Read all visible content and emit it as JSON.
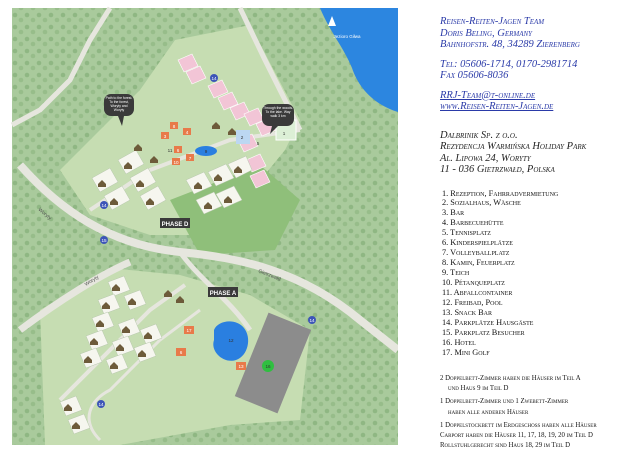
{
  "contact": {
    "company": "Reisen-Reiten-Jagen Team",
    "owner": "Doris Beling, Germany",
    "address": "Bahnhofstr. 48, 34289 Zierenberg",
    "tel": "Tel: 05606-1714, 0170-2981714",
    "fax": "Fax 05606-8036",
    "email": "RRJ-Team@t-online.de",
    "web": "www.Reisen-Reiten-Jagen.de"
  },
  "park": {
    "company": "Dalbrinik Sp. z o.o.",
    "name": "Rezydencja Warmińska Holiday Park",
    "street": "Al. Lipowa 24, Woryty",
    "city": "11 - 036 Gietrzwałd, Polska"
  },
  "legend": [
    "1. Rezeption, Fahrradvermietung",
    "2. Sozialhaus, Wäsche",
    "3. Bar",
    "4. Barbecuehütte",
    "5. Tennisplatz",
    "6. Kinderspielplätze",
    "7. Volleyballplatz",
    "8. Kamin, Feuerplatz",
    "9. Teich",
    "10. Pétanqueplatz",
    "11. Abfallcontainer",
    "12. Freibad, Pool",
    "13. Snack Bar",
    "14. Parkplätze Hausgäste",
    "15. Parkplatz Besucher",
    "16. Hotel",
    "17. Mini Golf"
  ],
  "notes": [
    "2 Doppelbett-Zimmer haben die Häuser im Teil A",
    "und Haus 9 im Teil D",
    "1 Doppelbett-Zimmer und 1 Zwebett-Zimmer",
    "haben alle anderen Häuser",
    "1 Doppelstockbett im Erdgeschoss haben alle Häuser",
    "Carport haben die Häuser 11, 17, 18, 19, 20 im Teil D",
    "Rollstuhlgerecht sind Haus 18, 29 im Teil D"
  ],
  "map": {
    "lake_label": "Jezioro Giłwa",
    "phase_d": "PHASE D",
    "phase_a": "PHASE A",
    "road_woryty": "Woryty",
    "road_gietrzwald": "Gietrzwałd",
    "road_woryty_2": "Woryty",
    "path_left_note": "Path to the forest. To the forest, Woryty and Woryty",
    "path_right_note": "Through the woods. To the lake. Way walk 3 km",
    "poi_labels": [
      "14",
      "8",
      "3",
      "4",
      "6",
      "7",
      "2",
      "5",
      "1",
      "11",
      "10",
      "9",
      "14",
      "15",
      "17",
      "6",
      "13",
      "12",
      "16",
      "14",
      "14"
    ],
    "colors": {
      "forest": "#a7c99b",
      "grass": "#c5ddb2",
      "road": "#e4e4dc",
      "pool": "#2a7fe0",
      "hotel": "#8c8c8c",
      "water": "#2c86e0",
      "poi": "#3d55b8",
      "facility": "#e87a4a",
      "houses": "#f2c5d6"
    }
  }
}
